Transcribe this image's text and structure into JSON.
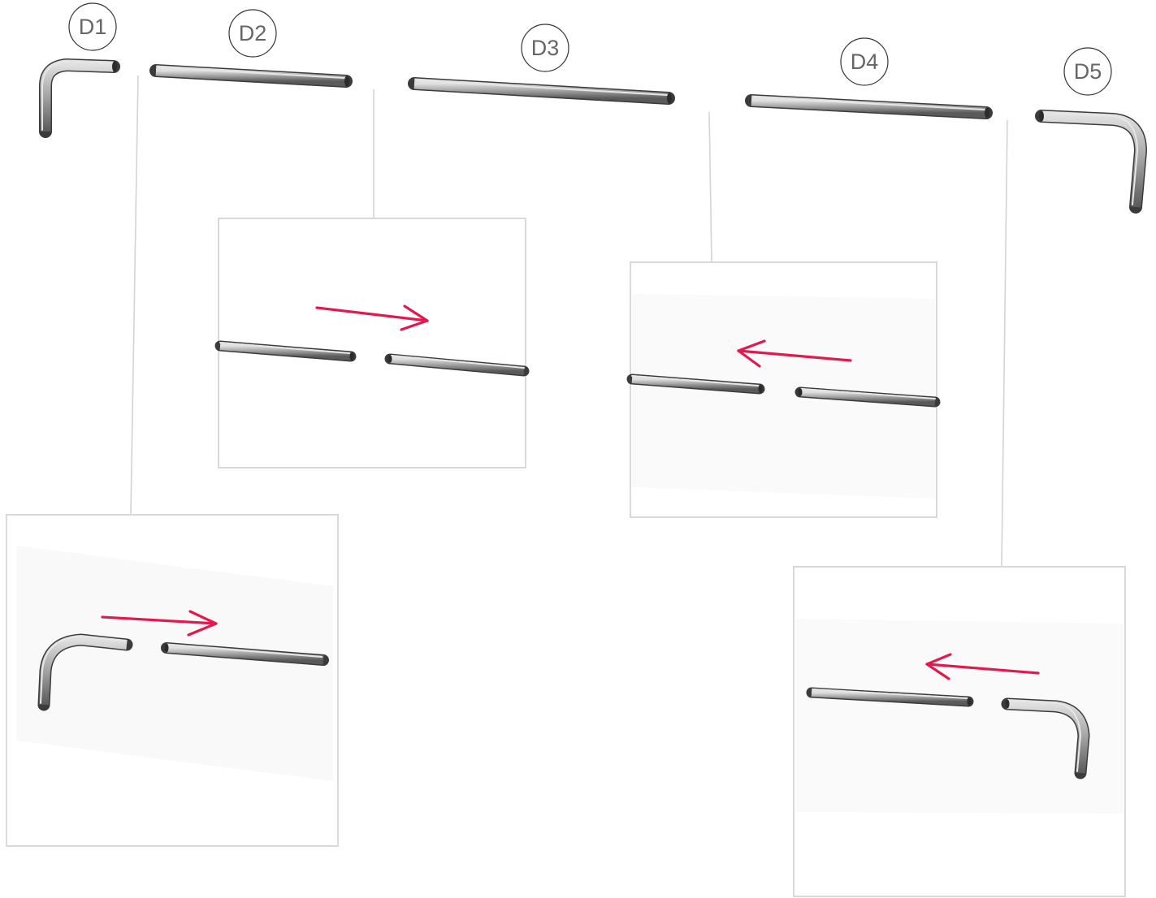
{
  "parts": [
    {
      "id": "D1",
      "label": "D1",
      "shape": "elbow-left"
    },
    {
      "id": "D2",
      "label": "D2",
      "shape": "straight-tube"
    },
    {
      "id": "D3",
      "label": "D3",
      "shape": "straight-tube"
    },
    {
      "id": "D4",
      "label": "D4",
      "shape": "straight-tube"
    },
    {
      "id": "D5",
      "label": "D5",
      "shape": "elbow-right"
    }
  ],
  "details": [
    {
      "id": "joint-d1-d2",
      "arrow_direction": "right"
    },
    {
      "id": "joint-d2-d3",
      "arrow_direction": "right"
    },
    {
      "id": "joint-d3-d4",
      "arrow_direction": "left"
    },
    {
      "id": "joint-d4-d5",
      "arrow_direction": "left"
    }
  ],
  "colors": {
    "arrow": "#e2194f",
    "frame": "#d9d9d9",
    "leader": "#d4d4d4",
    "label_text": "#666666",
    "tube": "#9a9a9a"
  }
}
